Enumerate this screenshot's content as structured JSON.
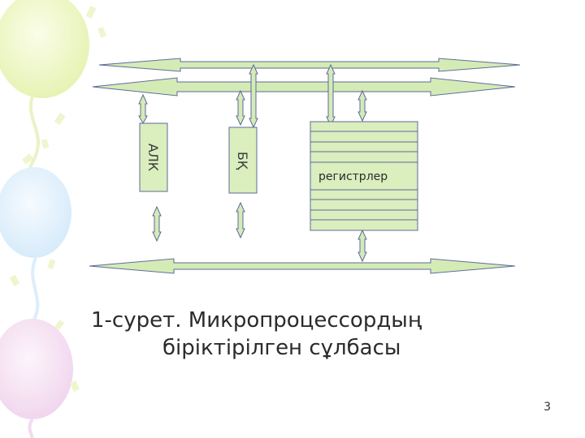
{
  "colors": {
    "bus_fill": "#d4ebb6",
    "bus_stroke": "#5e6a9a",
    "block_fill": "#daeebe",
    "block_stroke": "#5e6a9a",
    "text": "#2b2b2b"
  },
  "diagram": {
    "alu_label": "АЛК",
    "bk_label": "БҚ",
    "registers_label": "регистрлер"
  },
  "caption": {
    "line1": "1-сурет. Микропроцессордың",
    "line2": "біріктірілген сұлбасы"
  },
  "slide": {
    "page_number": "3"
  }
}
